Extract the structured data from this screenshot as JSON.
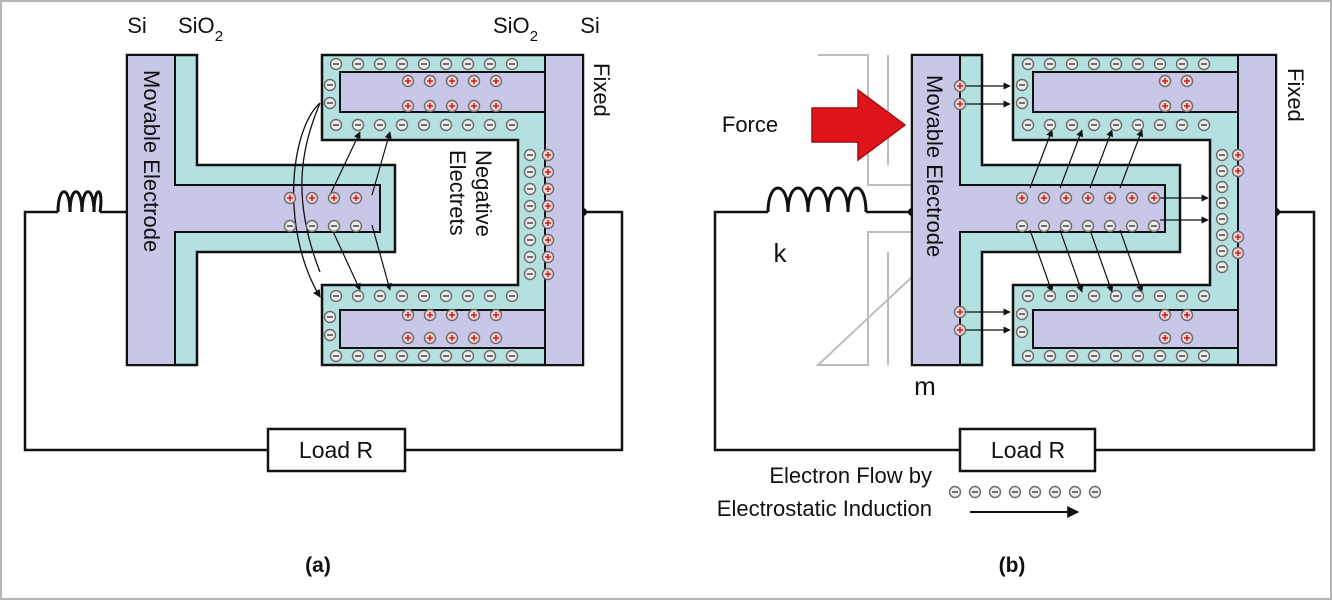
{
  "colors": {
    "silicon": "#c9c7e8",
    "oxide": "#b4e0e0",
    "outline": "#111111",
    "charge_edge": "#6b6b6b",
    "force_arrow": "#e0141b",
    "background": "#ffffff",
    "border": "#b5b5b5"
  },
  "icons": {
    "spring": "spring-coil-icon",
    "negative_charge": "minus-circle-icon",
    "positive_charge": "plus-circle-icon",
    "force": "red-arrow-icon"
  },
  "panel_a": {
    "caption": "(a)",
    "si_left": "Si",
    "sio2_left_base": "SiO",
    "sio2_left_sub": "2",
    "sio2_right_base": "SiO",
    "sio2_right_sub": "2",
    "si_right": "Si",
    "movable_electrode": "Movable Electrode",
    "fixed": "Fixed",
    "negative_line1": "Negative",
    "negative_line2": "Electrets",
    "load": "Load R"
  },
  "panel_b": {
    "caption": "(b)",
    "force": "Force",
    "movable_electrode": "Movable Electrode",
    "fixed": "Fixed",
    "spring_label": "k",
    "mass_label": "m",
    "load": "Load R",
    "flow_line1": "Electron Flow by",
    "flow_line2": "Electrostatic Induction"
  }
}
